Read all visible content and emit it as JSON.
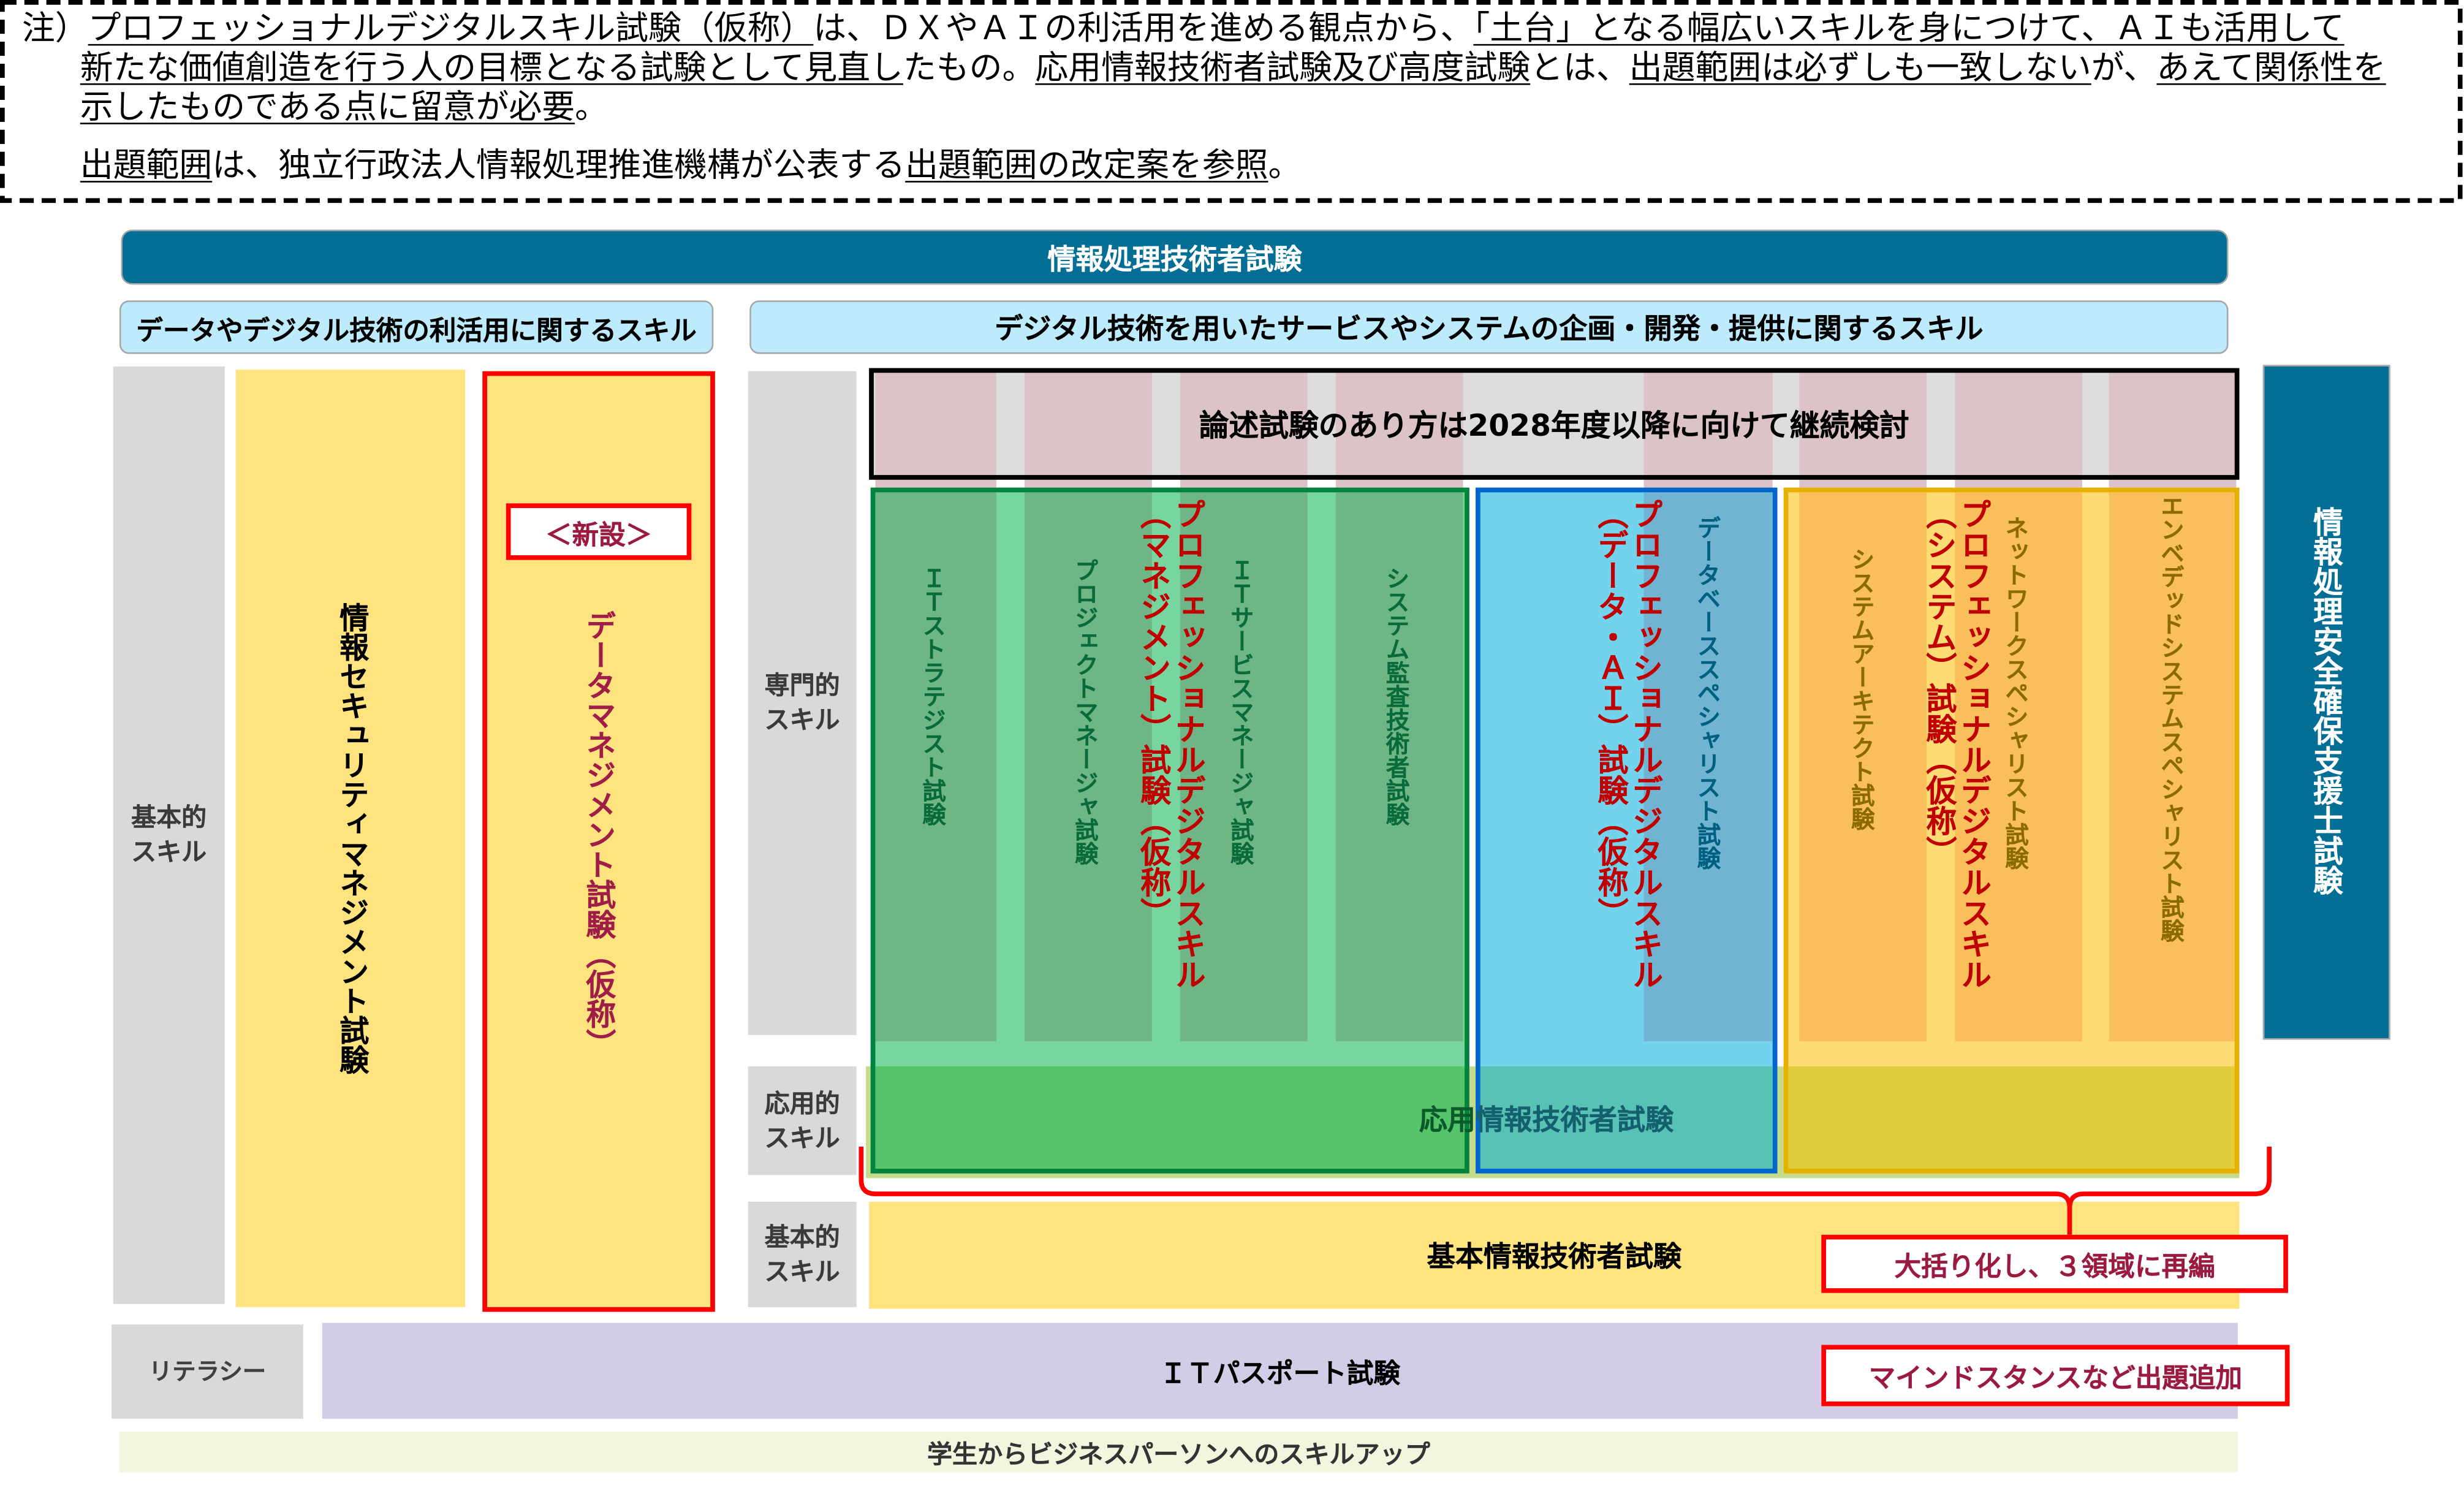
{
  "note": {
    "prefix": "注）",
    "line1": [
      "プロフェッショナルデジタルスキル試験（仮称）",
      "は、ＤＸやＡＩの利活用を進める観点から、",
      "「土台」となる幅広いスキルを身につけて、ＡＩも活用して"
    ],
    "line2": [
      "新たな価値創造を行う人の目標となる試験として見直し",
      "たもの。",
      "応用情報技術者試験及び高度試験",
      "とは、",
      "出題範囲は必ずしも一致しない",
      "が、",
      "あえて関係性を"
    ],
    "line3": [
      "示したものである点に留意が必要",
      "。"
    ],
    "line4": [
      "出題範囲",
      "は、独立行政法人情報処理推進機構が公表する",
      "出題範囲の改定案を参照",
      "。"
    ]
  },
  "header": {
    "title": "情報処理技術者試験"
  },
  "categories": {
    "left": "データやデジタル技術の利活用に関するスキル",
    "right": "デジタル技術を用いたサービスやシステムの企画・開発・提供に関するスキル"
  },
  "levels": {
    "basic_left": "基本的\nスキル",
    "specialist": "専門的\nスキル",
    "applied": "応用的\nスキル",
    "basic_right": "基本的\nスキル",
    "literacy": "リテラシー"
  },
  "left_exams": {
    "security_management": "情報セキュリティマネジメント試験",
    "new_badge": "＜新設＞",
    "data_management": "データマネジメント試験（仮称）"
  },
  "essay_note": "論述試験のあり方は2028年度以降に向けて継続検討",
  "groups": {
    "management": {
      "pro_exam": "プロフェッショナルデジタルスキル\n（マネジメント）試験（仮称）",
      "exams": [
        "ＩＴストラテジスト試験",
        "プロジェクトマネージャ試験",
        "ＩＴサービスマネージャ試験",
        "システム監査技術者試験"
      ]
    },
    "data_ai": {
      "pro_exam": "プロフェッショナルデジタルスキル\n（データ・ＡＩ）試験（仮称）",
      "exams": [
        "データベーススペシャリスト試験"
      ]
    },
    "system": {
      "pro_exam": "プロフェッショナルデジタルスキル\n（システム）試験（仮称）",
      "exams": [
        "システムアーキテクト試験",
        "ネットワークスペシャリスト試験",
        "エンベデッドシステムスペシャリスト試験"
      ]
    }
  },
  "security_specialist": "情報処理安全確保支援士試験",
  "applied_exam": {
    "part1": "応用",
    "part2": "情報技術者試験"
  },
  "fundamental_exam": "基本情報技術者試験",
  "it_passport": "ＩＴパスポート試験",
  "callouts": [
    "大括り化し、３領域に再編",
    "マインドスタンスなど出題追加"
  ],
  "footer": "学生からビジネスパーソンへのスキルアップ",
  "colors": {
    "header": "#046E94",
    "subheader": "#BDEBFB",
    "label_gray": "#D9D9D9",
    "yellow": "#FFE37F",
    "highlight_red": "#FF0000",
    "pro_exam_red": "#C00000",
    "callout_text": "#9B1B40",
    "management_green": "#00843D",
    "data_ai_blue": "#0066CC",
    "system_orange": "#E6B000",
    "it_passport": "#D1CDE6",
    "footer_strip": "#F2F6DE"
  }
}
